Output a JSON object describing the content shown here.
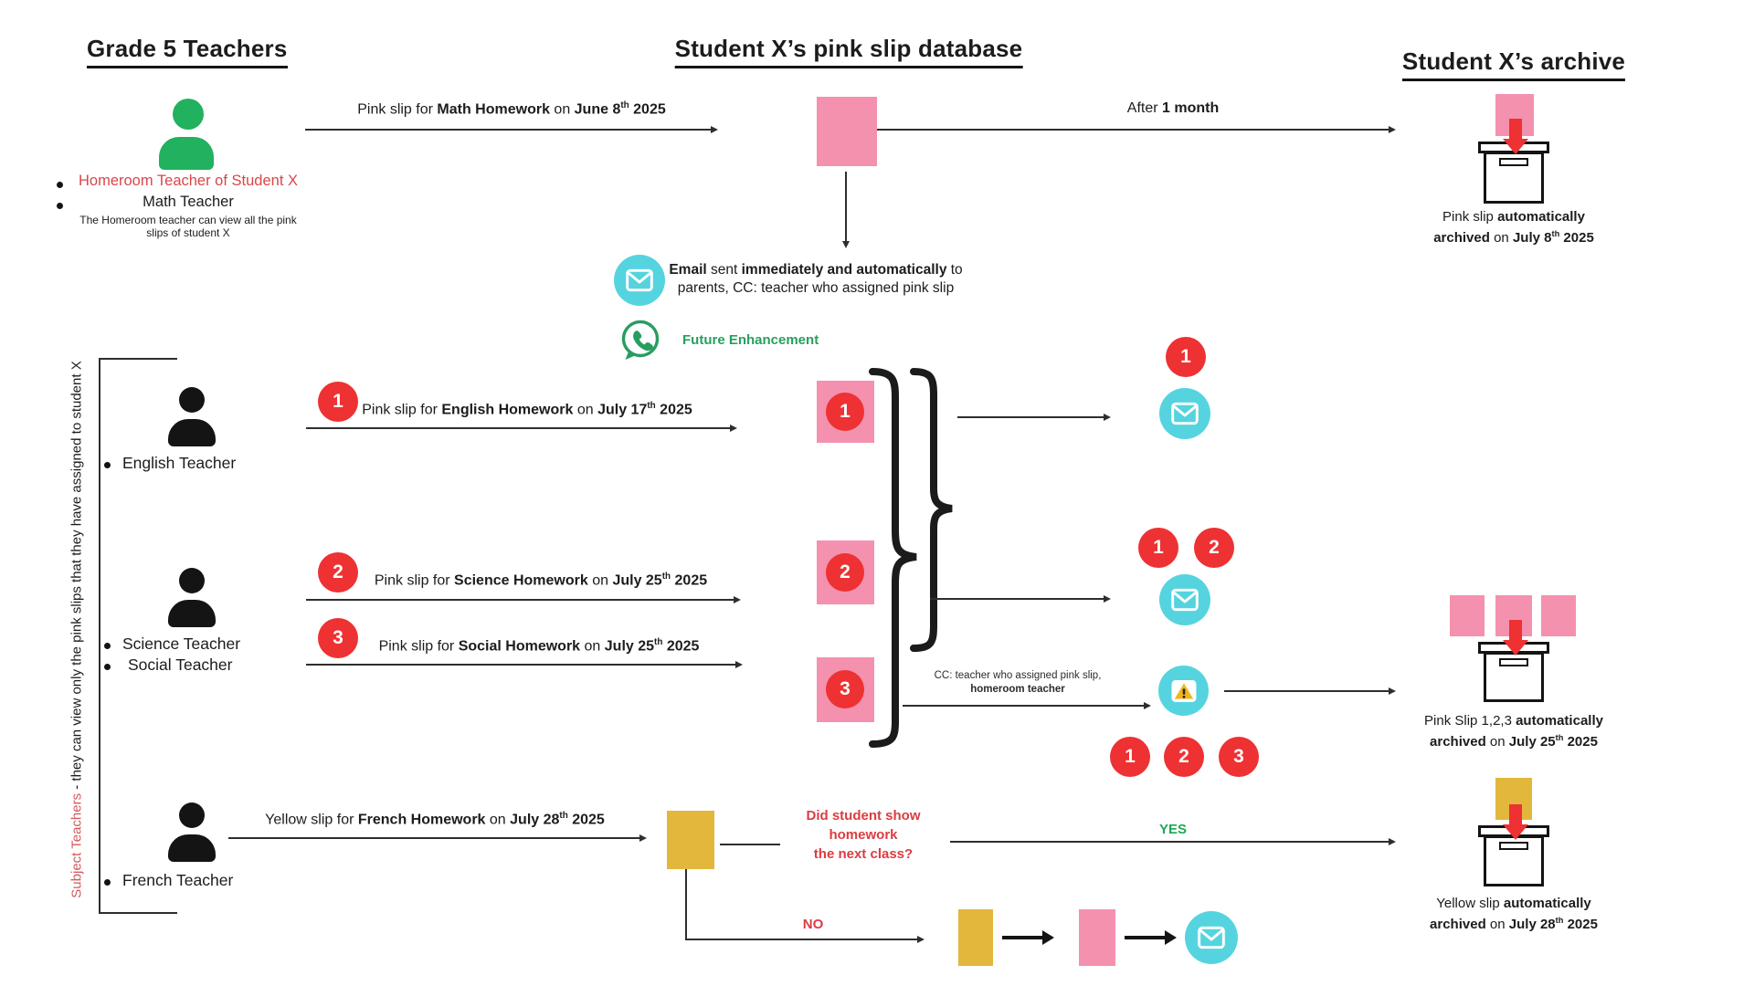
{
  "colors": {
    "pink": "#F491AE",
    "yellow": "#E2B73B",
    "red": "#EE3133",
    "teal": "#55D4DF",
    "green_icon": "#21B15F",
    "green_text": "#279E60",
    "red_text": "#DC3C41",
    "yes_green": "#1FA758"
  },
  "headers": {
    "teachers": "Grade 5 Teachers",
    "database": "Student X’s pink slip database",
    "archive": "Student X’s  archive"
  },
  "homeroom": {
    "bullet1": [
      {
        "t": "Homeroom Teacher of Student X",
        "c": "#D8464A"
      }
    ],
    "bullet2": [
      {
        "t": "Math Teacher"
      }
    ],
    "note_line1": "The Homeroom teacher can view all the pink",
    "note_line2": "slips of student X",
    "flow_label": [
      {
        "t": "Pink slip for "
      },
      {
        "t": "Math Homework",
        "b": 1
      },
      {
        "t": " on "
      },
      {
        "t": "June 8",
        "b": 1
      },
      {
        "t": "th",
        "b": 1,
        "sup": 1
      },
      {
        "t": " 2025",
        "b": 1
      }
    ],
    "after_label": [
      {
        "t": "After "
      },
      {
        "t": "1 month",
        "b": 1
      }
    ]
  },
  "email_note": {
    "line1": [
      {
        "t": "Email",
        "b": 1
      },
      {
        "t": " sent "
      },
      {
        "t": "immediately and automatically",
        "b": 1
      },
      {
        "t": " to"
      }
    ],
    "line2": [
      {
        "t": "parents, CC: teacher who assigned pink slip"
      }
    ]
  },
  "future_label": "Future Enhancement",
  "side_note": [
    {
      "t": "Subject Teachers",
      "c": "#D4595C"
    },
    {
      "t": " - they can view only the pink slips that they have assigned to student X"
    }
  ],
  "badges": {
    "one": "1",
    "two": "2",
    "three": "3"
  },
  "rows": {
    "english": {
      "bullet": "English Teacher",
      "label": [
        {
          "t": "Pink slip for "
        },
        {
          "t": "English Homework",
          "b": 1
        },
        {
          "t": " on "
        },
        {
          "t": "July 17",
          "b": 1
        },
        {
          "t": "th",
          "b": 1,
          "sup": 1
        },
        {
          "t": " 2025",
          "b": 1
        }
      ]
    },
    "science": {
      "bullet1": "Science Teacher",
      "bullet2": "Social Teacher",
      "label2": [
        {
          "t": "Pink slip for "
        },
        {
          "t": "Science Homework",
          "b": 1
        },
        {
          "t": " on "
        },
        {
          "t": "July 25",
          "b": 1
        },
        {
          "t": "th",
          "b": 1,
          "sup": 1
        },
        {
          "t": " 2025",
          "b": 1
        }
      ],
      "label3": [
        {
          "t": "Pink slip for "
        },
        {
          "t": "Social Homework",
          "b": 1
        },
        {
          "t": " on "
        },
        {
          "t": "July 25",
          "b": 1
        },
        {
          "t": "th",
          "b": 1,
          "sup": 1
        },
        {
          "t": " 2025",
          "b": 1
        }
      ]
    },
    "french": {
      "bullet": "French Teacher",
      "label": [
        {
          "t": "Yellow slip for "
        },
        {
          "t": "French Homework",
          "b": 1
        },
        {
          "t": " on "
        },
        {
          "t": "July 28",
          "b": 1
        },
        {
          "t": "th",
          "b": 1,
          "sup": 1
        },
        {
          "t": " 2025",
          "b": 1
        }
      ]
    }
  },
  "cc_note": {
    "line1": "CC: teacher who assigned pink slip,",
    "line2": "homeroom teacher"
  },
  "decision": {
    "q1": "Did student show",
    "q2": "homework",
    "q3": "the next class?",
    "yes": "YES",
    "no": "NO"
  },
  "archives": {
    "a1": {
      "line1": [
        {
          "t": "Pink slip "
        },
        {
          "t": "automatically",
          "b": 1
        }
      ],
      "line2": [
        {
          "t": "archived",
          "b": 1
        },
        {
          "t": " on "
        },
        {
          "t": "July 8",
          "b": 1
        },
        {
          "t": "th",
          "b": 1,
          "sup": 1
        },
        {
          "t": " 2025",
          "b": 1
        }
      ]
    },
    "a2": {
      "line1": [
        {
          "t": "Pink Slip 1,2,3 "
        },
        {
          "t": "automatically",
          "b": 1
        }
      ],
      "line2": [
        {
          "t": "archived",
          "b": 1
        },
        {
          "t": " on "
        },
        {
          "t": "July 25",
          "b": 1
        },
        {
          "t": "th",
          "b": 1,
          "sup": 1
        },
        {
          "t": " 2025",
          "b": 1
        }
      ]
    },
    "a3": {
      "line1": [
        {
          "t": "Yellow slip "
        },
        {
          "t": "automatically",
          "b": 1
        }
      ],
      "line2": [
        {
          "t": "archived",
          "b": 1
        },
        {
          "t": " on "
        },
        {
          "t": "July 28",
          "b": 1
        },
        {
          "t": "th",
          "b": 1,
          "sup": 1
        },
        {
          "t": " 2025",
          "b": 1
        }
      ]
    }
  }
}
